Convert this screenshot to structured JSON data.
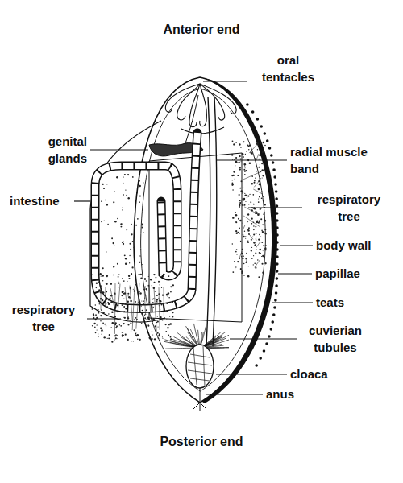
{
  "diagram": {
    "labels": [
      "Anterior end",
      "oral tentacles",
      "genital glands",
      "radial muscle band",
      "intestine",
      "respiratory tree",
      "body wall",
      "papillae",
      "teats",
      "respiratory tree",
      "cuvierian tubules",
      "cloaca",
      "anus",
      "Posterior end"
    ]
  }
}
